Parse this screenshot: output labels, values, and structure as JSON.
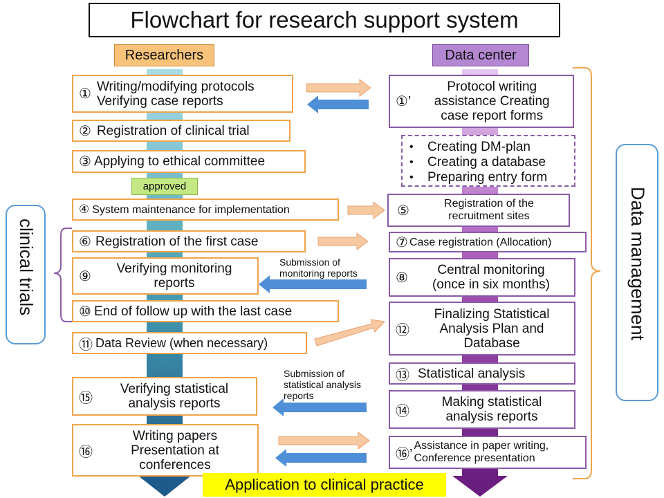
{
  "title": "Flowchart for research support system",
  "headers": {
    "researchers": "Researchers",
    "data_center": "Data center"
  },
  "researcher_steps": {
    "s1": {
      "num": "①",
      "line1": "Writing/modifying protocols",
      "line2": "Verifying case reports"
    },
    "s2": {
      "num": "②",
      "text": "Registration of clinical trial"
    },
    "s3": {
      "num": "③",
      "text": "Applying to ethical committee"
    },
    "approved": "approved",
    "s4": {
      "num": "④",
      "text": "System maintenance for implementation"
    },
    "s6": {
      "num": "⑥",
      "text": "Registration of the first case"
    },
    "s9": {
      "num": "⑨",
      "line1": "Verifying monitoring",
      "line2": "reports"
    },
    "s10": {
      "num": "⑩",
      "text": "End of follow up with the last case"
    },
    "s11": {
      "num": "⑪",
      "text": "Data Review (when necessary)"
    },
    "s15": {
      "num": "⑮",
      "line1": "Verifying statistical",
      "line2": "analysis reports"
    },
    "s16": {
      "num": "⑯",
      "line1": "Writing papers",
      "line2": "Presentation at",
      "line3": "conferences"
    }
  },
  "data_center_steps": {
    "s1p": {
      "num": "①’",
      "line1": "Protocol writing",
      "line2": "assistance Creating",
      "line3": "case report forms"
    },
    "dm_items": [
      "Creating DM-plan",
      "Creating a database",
      "Preparing entry form"
    ],
    "s5": {
      "num": "⑤",
      "line1": "Registration of the",
      "line2": "recruitment sites"
    },
    "s7": {
      "num": "⑦",
      "text": "Case registration (Allocation)"
    },
    "s8": {
      "num": "⑧",
      "line1": "Central monitoring",
      "line2": "(once in six months)"
    },
    "s12": {
      "num": "⑫",
      "line1": "Finalizing Statistical",
      "line2": "Analysis Plan and",
      "line3": "Database"
    },
    "s13": {
      "num": "⑬",
      "text": "Statistical analysis"
    },
    "s14": {
      "num": "⑭",
      "line1": "Making statistical",
      "line2": "analysis reports"
    },
    "s16p": {
      "num": "⑯’",
      "line1": "Assistance in paper writing,",
      "line2": "Conference presentation"
    }
  },
  "notes": {
    "monitoring": {
      "line1": "Submission of",
      "line2": "monitoring reports"
    },
    "statistical": {
      "line1": "Submission of",
      "line2": "statistical analysis",
      "line3": "reports"
    }
  },
  "side_labels": {
    "left": "clinical trials",
    "right": "Data management"
  },
  "footer": "Application to clinical practice",
  "colors": {
    "orange_border": "#f0a44a",
    "purple_border": "#8a5aa8",
    "teal_bar": "#4aa3b5",
    "purple_bar": "#7b2d8e",
    "blue_arrow": "#4f8fd8",
    "peach_arrow": "#f7c9a0",
    "highlight": "#ffff00",
    "approved_bg": "#c3e884"
  }
}
